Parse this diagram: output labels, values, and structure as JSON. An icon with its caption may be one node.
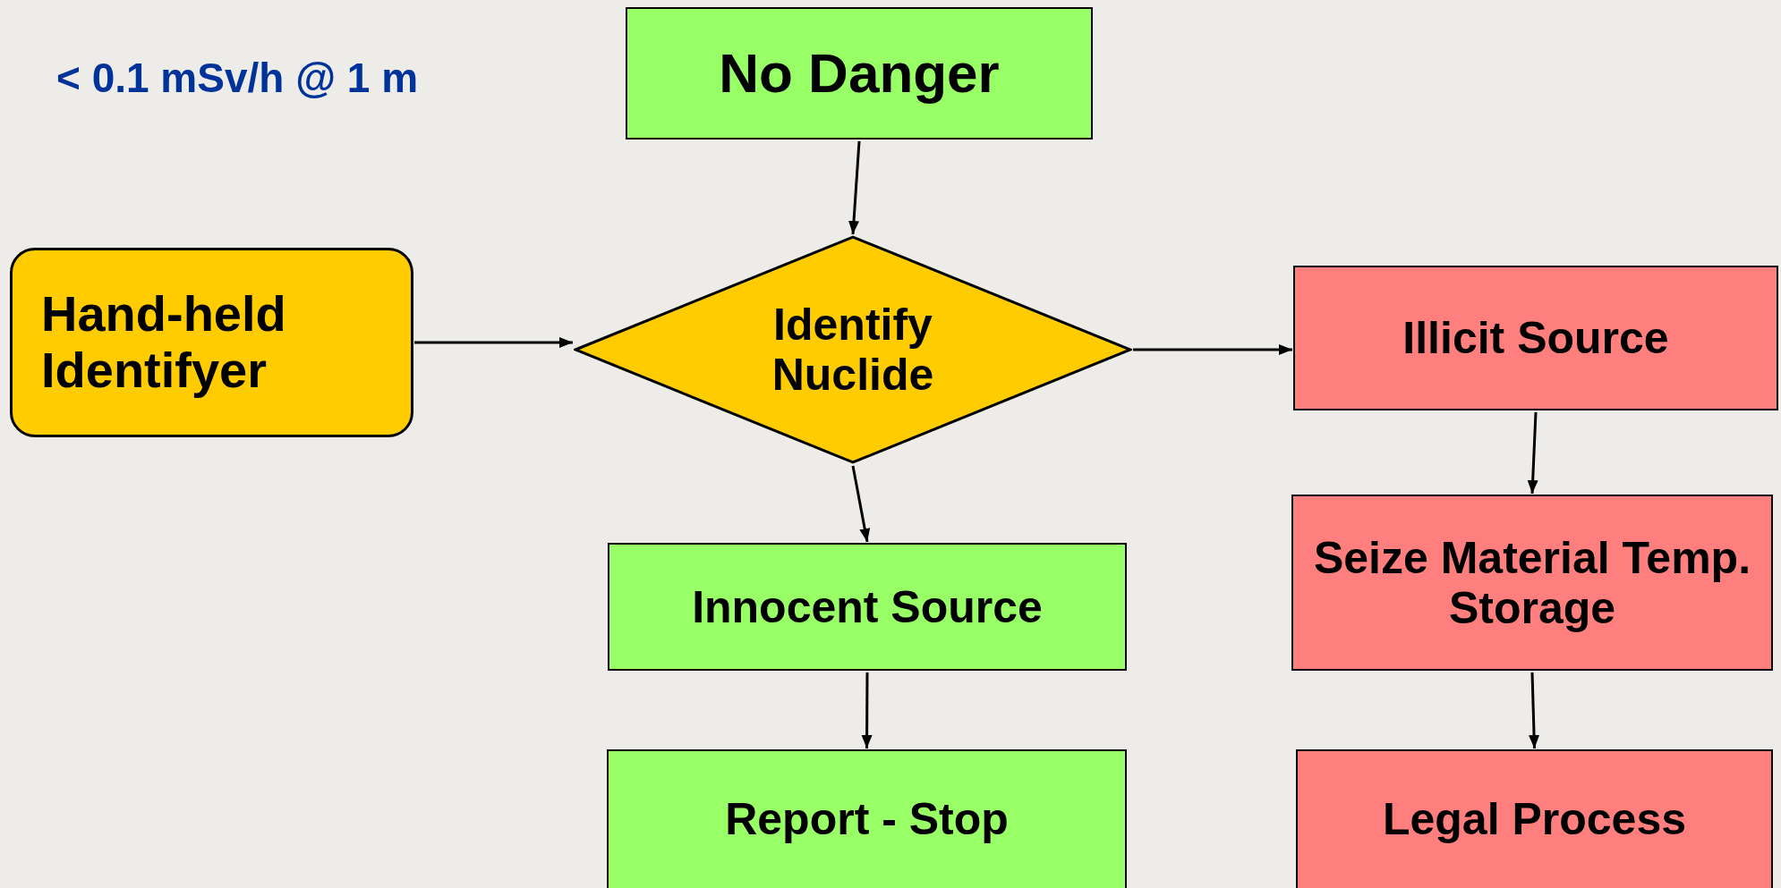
{
  "diagram": {
    "nodes": [
      {
        "text": [
          "No Danger"
        ]
      },
      {
        "text": [
          "Hand-held Identifyer"
        ]
      },
      {
        "text": [
          "Identify Nuclide"
        ]
      },
      {
        "text": [
          "Illicit Source"
        ]
      },
      {
        "text": [
          "Innocent Source"
        ]
      },
      {
        "text": [
          "Seize Material Temp. Storage"
        ]
      },
      {
        "text": [
          "Report - Stop"
        ]
      },
      {
        "text": [
          "Legal Process"
        ]
      }
    ],
    "edges": [
      {
        "from": 0,
        "to": 2,
        "arrow": "to"
      },
      {
        "from": 1,
        "to": 2,
        "arrow": "to"
      },
      {
        "from": 2,
        "to": 3,
        "arrow": "to"
      },
      {
        "from": 2,
        "to": 4,
        "arrow": "to"
      },
      {
        "from": 4,
        "to": 6,
        "arrow": "to"
      },
      {
        "from": 3,
        "to": 5,
        "arrow": "to"
      },
      {
        "from": 5,
        "to": 7,
        "arrow": "to"
      }
    ],
    "labels": [
      "< 0.1 mSv/h @ 1 m"
    ]
  }
}
